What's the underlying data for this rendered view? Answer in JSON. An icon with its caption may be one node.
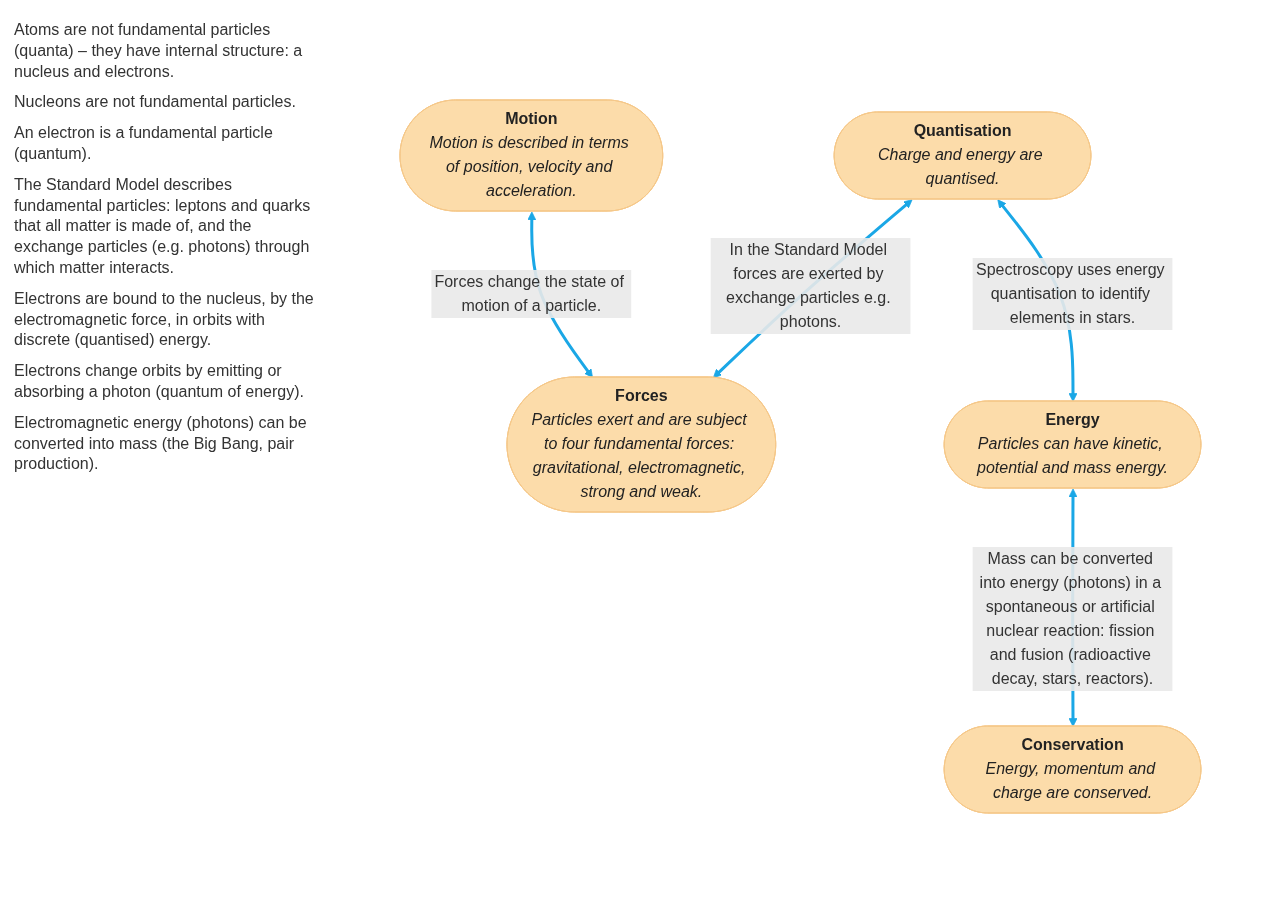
{
  "diagram": {
    "nodes": [
      {
        "text": [
          "Motion",
          "Motion is described in terms of position, velocity and acceleration."
        ]
      },
      {
        "text": [
          "Quantisation",
          "Charge and energy are quantised."
        ]
      },
      {
        "text": [
          "Forces",
          "Particles exert and are subject to four fundamental forces: gravitational, electromagnetic, strong and weak."
        ]
      },
      {
        "text": [
          "Energy",
          "Particles can have kinetic, potential and mass energy."
        ]
      },
      {
        "text": [
          "Conservation",
          "Energy, momentum and charge are conserved."
        ]
      }
    ],
    "edges": [
      {
        "from": 0,
        "to": 2,
        "arrow": "both",
        "label": "Forces change the state of motion of a particle."
      },
      {
        "from": 1,
        "to": 2,
        "arrow": "both",
        "label": "In the Standard Model forces are exerted by exchange particles e.g. photons."
      },
      {
        "from": 1,
        "to": 3,
        "arrow": "both",
        "label": "Spectroscopy uses energy quantisation to identify elements in stars."
      },
      {
        "from": 3,
        "to": 4,
        "arrow": "both",
        "label": "Mass can be converted into energy (photons) in a spontaneous or artificial nuclear reaction: fission and fusion (radioactive decay, stars, reactors)."
      }
    ],
    "labels": [
      "Atoms are not fundamental particles (quanta) – they have internal structure: a nucleus and electrons.",
      "Nucleons are not fundamental particles.",
      "An electron is a fundamental particle (quantum).",
      "The Standard Model describes fundamental particles: leptons and quarks that all matter is made of, and the exchange particles (e.g. photons) through which matter interacts.",
      "Electrons are bound to the nucleus, by the electromagnetic force, in orbits with discrete (quantised) energy.",
      "Electrons change orbits by emitting or absorbing a photon (quantum of energy).",
      "Electromagnetic energy (photons) can be converted into mass (the Big Bang, pair production)."
    ]
  }
}
